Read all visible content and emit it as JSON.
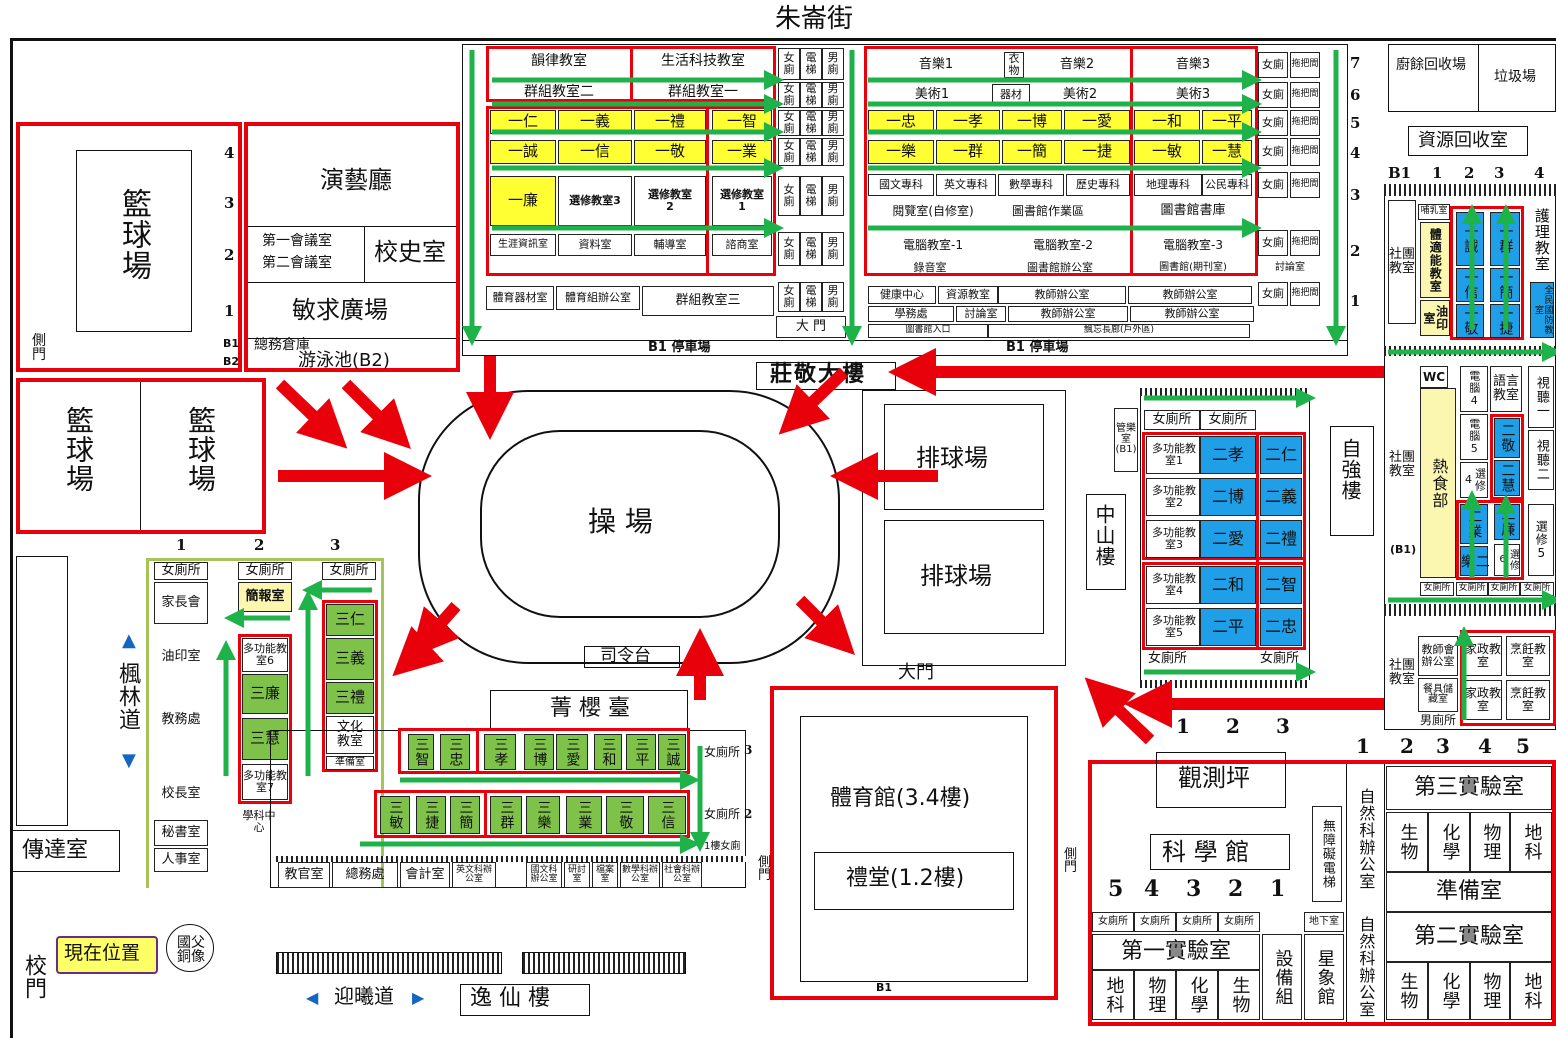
{
  "map": {
    "top_street": "朱崙街",
    "left_road": "楓林道",
    "bottom_road": "迎曦道",
    "current_location": "現在位置",
    "statue": "國父銅像",
    "school_gate": "校門",
    "side_gate": "側門"
  },
  "places": {
    "basketball": [
      "籃球場",
      "籃球場",
      "籃球場"
    ],
    "performance_hall": "演藝廳",
    "meeting_room_1": "第一會議室",
    "meeting_room_2": "第二會議室",
    "history_room": "校史室",
    "minqiu_plaza": "敏求廣場",
    "storage": "總務倉庫",
    "pool": "游泳池(B2)",
    "playground": "操 場",
    "volleyball": [
      "排球場",
      "排球場"
    ],
    "zhuangjing_bldg": "莊敬大樓",
    "zhongshan_bldg": "中山樓",
    "ziqiang_bldg": "自強樓",
    "jingying_stage": "菁 櫻 臺",
    "command_stage": "司令台",
    "yixian_bldg": "逸 仙 樓",
    "gym": "體育館(3.4樓)",
    "auditorium": "禮堂(1.2樓)",
    "main_gate": "大門",
    "guard_room": "傳達室",
    "observatory": "觀測坪",
    "science_hall": "科 學 館",
    "lab_3": "第三實驗室",
    "lab_2": "第二實驗室",
    "lab_1": "第一實驗室",
    "prep_room": "準備室",
    "science_office": "自然科辦公室",
    "accessible_elevator": "無障礙電梯",
    "basement": "地下室",
    "equipment": "設備組",
    "planetarium": "星象館",
    "kitchen_waste": "廚餘回收場",
    "garbage": "垃圾場",
    "recycling": "資源回收室",
    "parking": "B1 停車場"
  },
  "zhuangjing": {
    "row7": [
      "韻律教室",
      "生活科技教室",
      "音樂1",
      "衣物",
      "音樂2",
      "音樂3"
    ],
    "row6": [
      "群組教室二",
      "群組教室一",
      "美術1",
      "器材",
      "美術2",
      "美術3"
    ],
    "row5": [
      "一仁",
      "一義",
      "一禮",
      "一智",
      "一忠",
      "一孝",
      "一博",
      "一愛",
      "一和",
      "一平"
    ],
    "row4": [
      "一誠",
      "一信",
      "一敬",
      "一業",
      "一樂",
      "一群",
      "一簡",
      "一捷",
      "一敏",
      "一慧"
    ],
    "row3a": [
      "一廉",
      "選修教室3",
      "選修教室2",
      "選修教室1",
      "國文專科",
      "英文專科",
      "數學專科",
      "歷史專科",
      "地理專科",
      "公民專科"
    ],
    "row3b": [
      "閱覽室(自修室)",
      "圖書館作業區",
      "圖書館書庫"
    ],
    "row2": [
      "生涯資訊室",
      "資料室",
      "輔導室",
      "諮商室",
      "電腦教室-1",
      "電腦教室-2",
      "電腦教室-3"
    ],
    "row2b": [
      "錄音室",
      "圖書館辦公室",
      "圖書館(期刊室)",
      "討論室"
    ],
    "row1": [
      "體育器材室",
      "體育組辦公室",
      "群組教室三",
      "健康中心",
      "資源教室",
      "教師辦公室",
      "教師辦公室",
      "學務處",
      "討論室",
      "教師辦公室",
      "教師辦公室"
    ],
    "misc": [
      "大 門",
      "圖書館入口",
      "飄忘長廊(戶外區)",
      "女廁",
      "電梯",
      "男廁",
      "拖把間"
    ],
    "floor_labels": [
      "7",
      "6",
      "5",
      "4",
      "3",
      "2",
      "1"
    ]
  },
  "left_bldg": {
    "col1": [
      "女廁所",
      "家長會",
      "油印室",
      "教務處",
      "校長室",
      "秘書室",
      "人事室"
    ],
    "col2": [
      "女廁所",
      "簡報室",
      "多功能教室6",
      "三廉",
      "三慧",
      "多功能教室7",
      "學科中心"
    ],
    "col3": [
      "女廁所",
      "三仁",
      "三義",
      "三禮",
      "文化教室",
      "準備室"
    ],
    "floors": [
      "1",
      "2",
      "3"
    ]
  },
  "yixian": {
    "row3": [
      "三智",
      "三忠",
      "三孝",
      "三博",
      "三愛",
      "三和",
      "三平",
      "三誠"
    ],
    "row2": [
      "三敏",
      "三捷",
      "三簡",
      "三群",
      "三樂",
      "三業",
      "三敬",
      "三信"
    ],
    "row1": [
      "教官室",
      "總務處",
      "會計室",
      "英文科辦公室",
      "國文科辦公室",
      "研討室",
      "檔案室",
      "數學科辦公室",
      "社會科辦公室"
    ],
    "toilets": [
      "女廁所",
      "女廁所",
      "1樓女廁"
    ]
  },
  "zhongshan": {
    "left": [
      "多功能教室1",
      "多功能教室2",
      "多功能教室3",
      "多功能教室4",
      "多功能教室5"
    ],
    "mid": [
      "二孝",
      "二博",
      "二愛",
      "二和",
      "二平"
    ],
    "right": [
      "二仁",
      "二義",
      "二禮",
      "二智",
      "二忠"
    ],
    "top": [
      "管樂室(B1)",
      "女廁所",
      "女廁所"
    ],
    "bottom": [
      "女廁所",
      "女廁所"
    ]
  },
  "ziqiang": {
    "top": [
      "哺乳室",
      "體適能教室",
      "油印室",
      "一誠",
      "一信",
      "一敬",
      "一群",
      "一簡",
      "一捷",
      "護理教室",
      "全民國防教室"
    ],
    "mid": [
      "社團教室",
      "WC",
      "熱食部",
      "電腦4",
      "電腦5",
      "選修4",
      "二業",
      "二樂",
      "語言教室",
      "二敬",
      "二慧",
      "二廉",
      "選修6",
      "視聽一",
      "視聽二",
      "選修5",
      "(B1)"
    ],
    "bottom": [
      "社團教室",
      "教師會辦公室",
      "餐具儲藏室",
      "男廁所",
      "家政教室",
      "家政教室",
      "烹飪教室",
      "烹飪教室",
      "女廁所"
    ],
    "floors": [
      "B1",
      "1",
      "2",
      "3",
      "4"
    ]
  },
  "science": {
    "numbers_top": [
      "1",
      "2",
      "3"
    ],
    "numbers_right": [
      "1",
      "2",
      "3",
      "4",
      "5"
    ],
    "numbers_left": [
      "5",
      "4",
      "3",
      "2",
      "1"
    ],
    "subjects_right": [
      "生物",
      "化學",
      "物理",
      "地科"
    ],
    "subjects_left": [
      "地科",
      "物理",
      "化學",
      "生物"
    ],
    "toilets": [
      "女廁所",
      "女廁所",
      "女廁所",
      "女廁所"
    ]
  },
  "colors": {
    "route_red": "#e8000b",
    "stair_green": "#1fb24a",
    "grade1_yellow": "#ffff33",
    "grade2_blue": "#1e9fe8",
    "grade3_green": "#7ec24a",
    "callout": "#ffff66"
  }
}
